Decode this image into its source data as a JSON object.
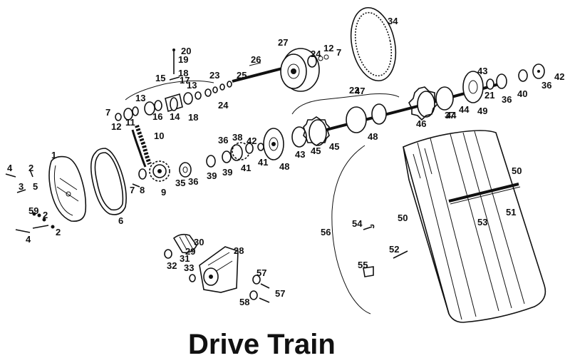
{
  "title": "Drive Train",
  "part_labels": [
    {
      "id": "lbl-1",
      "text": "1"
    },
    {
      "id": "lbl-2a",
      "text": "2"
    },
    {
      "id": "lbl-2b",
      "text": "2"
    },
    {
      "id": "lbl-2c",
      "text": "2"
    },
    {
      "id": "lbl-3",
      "text": "3"
    },
    {
      "id": "lbl-4a",
      "text": "4"
    },
    {
      "id": "lbl-4b",
      "text": "4"
    },
    {
      "id": "lbl-5",
      "text": "5"
    },
    {
      "id": "lbl-6",
      "text": "6"
    },
    {
      "id": "lbl-7a",
      "text": "7"
    },
    {
      "id": "lbl-7b",
      "text": "7"
    },
    {
      "id": "lbl-7c",
      "text": "7"
    },
    {
      "id": "lbl-8",
      "text": "8"
    },
    {
      "id": "lbl-9",
      "text": "9"
    },
    {
      "id": "lbl-10",
      "text": "10"
    },
    {
      "id": "lbl-11",
      "text": "11"
    },
    {
      "id": "lbl-12a",
      "text": "12"
    },
    {
      "id": "lbl-12b",
      "text": "12"
    },
    {
      "id": "lbl-13a",
      "text": "13"
    },
    {
      "id": "lbl-13b",
      "text": "13"
    },
    {
      "id": "lbl-14",
      "text": "14"
    },
    {
      "id": "lbl-15",
      "text": "15"
    },
    {
      "id": "lbl-16",
      "text": "16"
    },
    {
      "id": "lbl-17",
      "text": "17"
    },
    {
      "id": "lbl-18a",
      "text": "18"
    },
    {
      "id": "lbl-18b",
      "text": "18"
    },
    {
      "id": "lbl-19",
      "text": "19"
    },
    {
      "id": "lbl-20",
      "text": "20"
    },
    {
      "id": "lbl-21",
      "text": "21"
    },
    {
      "id": "lbl-22",
      "text": "22"
    },
    {
      "id": "lbl-23",
      "text": "23"
    },
    {
      "id": "lbl-24a",
      "text": "24"
    },
    {
      "id": "lbl-24b",
      "text": "24"
    },
    {
      "id": "lbl-25",
      "text": "25"
    },
    {
      "id": "lbl-26",
      "text": "26"
    },
    {
      "id": "lbl-27",
      "text": "27"
    },
    {
      "id": "lbl-28",
      "text": "28"
    },
    {
      "id": "lbl-29",
      "text": "29"
    },
    {
      "id": "lbl-30",
      "text": "30"
    },
    {
      "id": "lbl-31",
      "text": "31"
    },
    {
      "id": "lbl-32",
      "text": "32"
    },
    {
      "id": "lbl-33",
      "text": "33"
    },
    {
      "id": "lbl-34",
      "text": "34"
    },
    {
      "id": "lbl-35",
      "text": "35"
    },
    {
      "id": "lbl-36a",
      "text": "36"
    },
    {
      "id": "lbl-36b",
      "text": "36"
    },
    {
      "id": "lbl-36c",
      "text": "36"
    },
    {
      "id": "lbl-36d",
      "text": "36"
    },
    {
      "id": "lbl-37",
      "text": "37"
    },
    {
      "id": "lbl-38",
      "text": "38"
    },
    {
      "id": "lbl-39a",
      "text": "39"
    },
    {
      "id": "lbl-39b",
      "text": "39"
    },
    {
      "id": "lbl-40",
      "text": "40"
    },
    {
      "id": "lbl-41a",
      "text": "41"
    },
    {
      "id": "lbl-41b",
      "text": "41"
    },
    {
      "id": "lbl-42a",
      "text": "42"
    },
    {
      "id": "lbl-42b",
      "text": "42"
    },
    {
      "id": "lbl-43a",
      "text": "43"
    },
    {
      "id": "lbl-43b",
      "text": "43"
    },
    {
      "id": "lbl-44a",
      "text": "44"
    },
    {
      "id": "lbl-44b",
      "text": "44"
    },
    {
      "id": "lbl-45a",
      "text": "45"
    },
    {
      "id": "lbl-45b",
      "text": "45"
    },
    {
      "id": "lbl-46",
      "text": "46"
    },
    {
      "id": "lbl-47",
      "text": "47"
    },
    {
      "id": "lbl-48a",
      "text": "48"
    },
    {
      "id": "lbl-48b",
      "text": "48"
    },
    {
      "id": "lbl-49",
      "text": "49"
    },
    {
      "id": "lbl-50a",
      "text": "50"
    },
    {
      "id": "lbl-50b",
      "text": "50"
    },
    {
      "id": "lbl-51",
      "text": "51"
    },
    {
      "id": "lbl-52",
      "text": "52"
    },
    {
      "id": "lbl-53",
      "text": "53"
    },
    {
      "id": "lbl-54",
      "text": "54"
    },
    {
      "id": "lbl-55",
      "text": "55"
    },
    {
      "id": "lbl-56",
      "text": "56"
    },
    {
      "id": "lbl-57a",
      "text": "57"
    },
    {
      "id": "lbl-57b",
      "text": "57"
    },
    {
      "id": "lbl-58",
      "text": "58"
    },
    {
      "id": "lbl-59",
      "text": "59"
    }
  ]
}
